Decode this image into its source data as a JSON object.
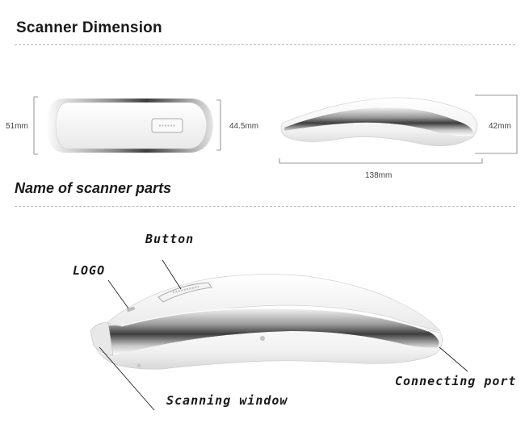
{
  "section_dimension": {
    "title": "Scanner Dimension"
  },
  "section_parts": {
    "title": "Name of scanner parts"
  },
  "dimensions": {
    "height": "51mm",
    "width": "44.5mm",
    "depth": "42mm",
    "length": "138mm"
  },
  "parts": {
    "button": "Button",
    "logo": "LOGO",
    "scanning_window": "Scanning window",
    "connecting_port": "Connecting port"
  }
}
